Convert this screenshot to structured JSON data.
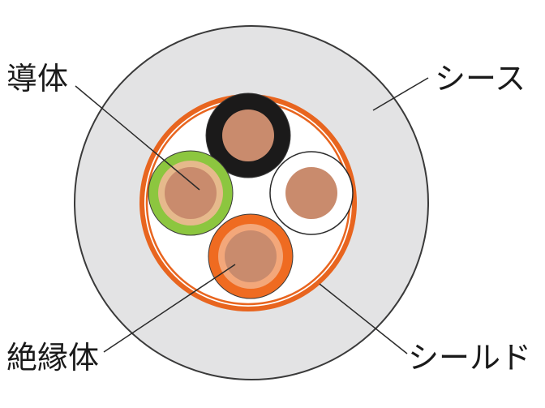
{
  "labels": {
    "conductor": "導体",
    "sheath": "シース",
    "insulator": "絶縁体",
    "shield": "シールド"
  },
  "colors": {
    "sheath": "#e3e3e4",
    "shield": "#e8651f",
    "filler": "#ffffff",
    "conductor": "#c98b6d",
    "insulator_black": "#1b1a1a",
    "insulator_white": "#ffffff",
    "insulator_green": "#8cc63f",
    "insulator_orange": "#ef6b21",
    "outline": "#3a3a3a",
    "leader_line": "#2a2a2a"
  }
}
